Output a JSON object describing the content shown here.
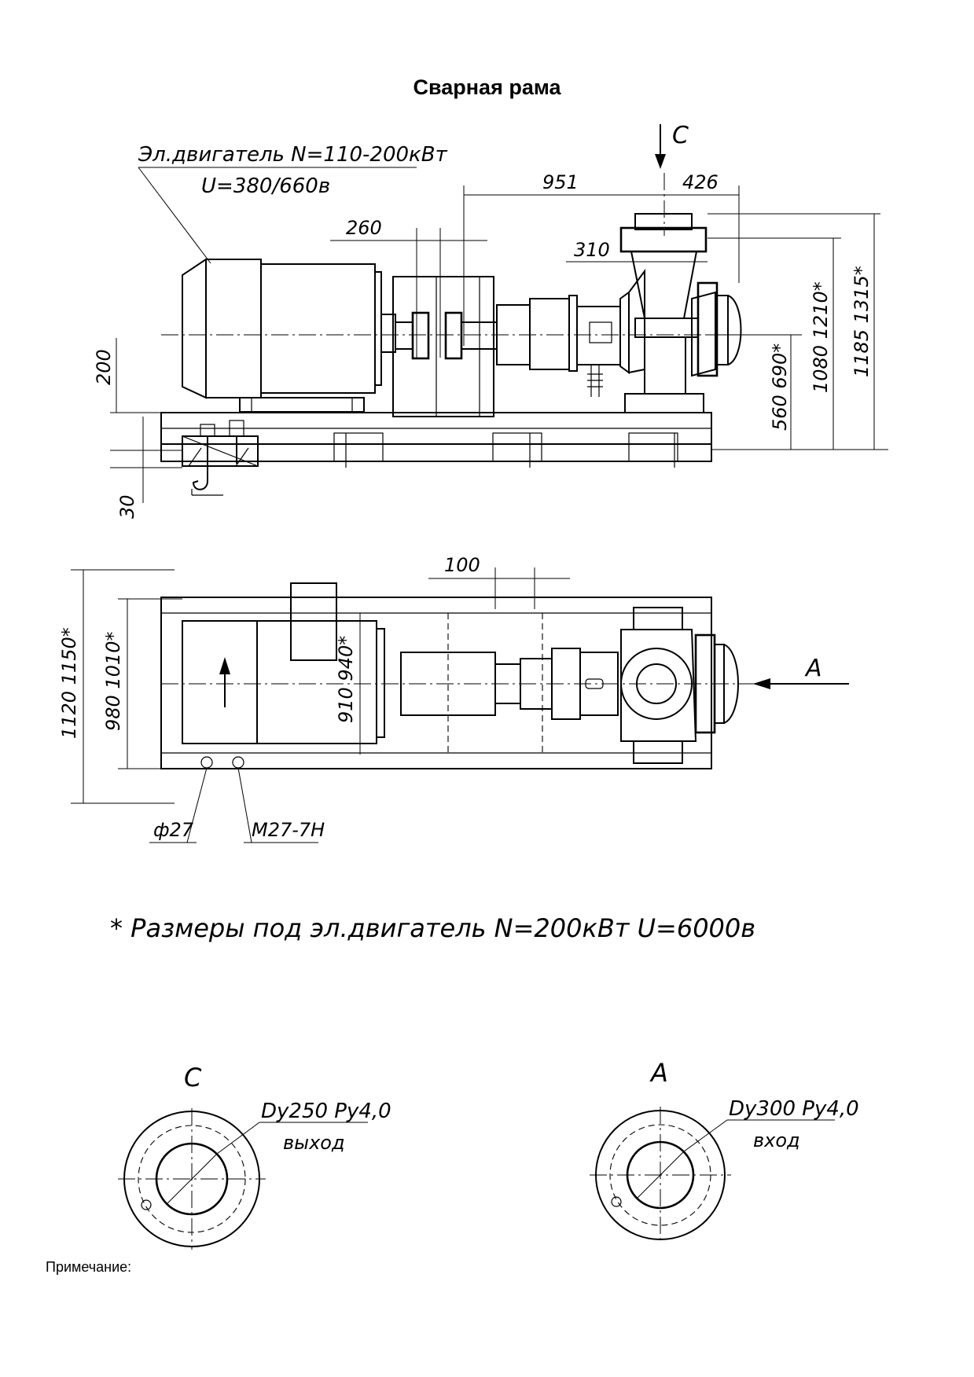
{
  "title": "Сварная рама",
  "side_view": {
    "motor_label_line1": "Эл.двигатель N=110-200кВт",
    "motor_label_line2": "U=380/660в",
    "view_c_marker": "C",
    "dim_951": "951",
    "dim_426": "426",
    "dim_260": "260",
    "dim_310": "310",
    "dim_200": "200",
    "dim_30": "30",
    "dim_560_690": "560  690*",
    "dim_1080_1210": "1080  1210*",
    "dim_1185_1315": "1185  1315*"
  },
  "plan_view": {
    "dim_100": "100",
    "dim_1120_1150": "1120  1150*",
    "dim_980_1010": "980  1010*",
    "dim_910_940": "910  940*",
    "view_a_marker": "A",
    "hole_label": "ф27",
    "thread_label": "М27-7Н"
  },
  "footnote": "* Размеры под эл.двигатель N=200кВт  U=6000в",
  "flange_c": {
    "title": "C",
    "spec": "Dy250 Py4,0",
    "purpose": "выход"
  },
  "flange_a": {
    "title": "A",
    "spec": "Dy300 Py4,0",
    "purpose": "вход"
  },
  "note_label": "Примечание:"
}
